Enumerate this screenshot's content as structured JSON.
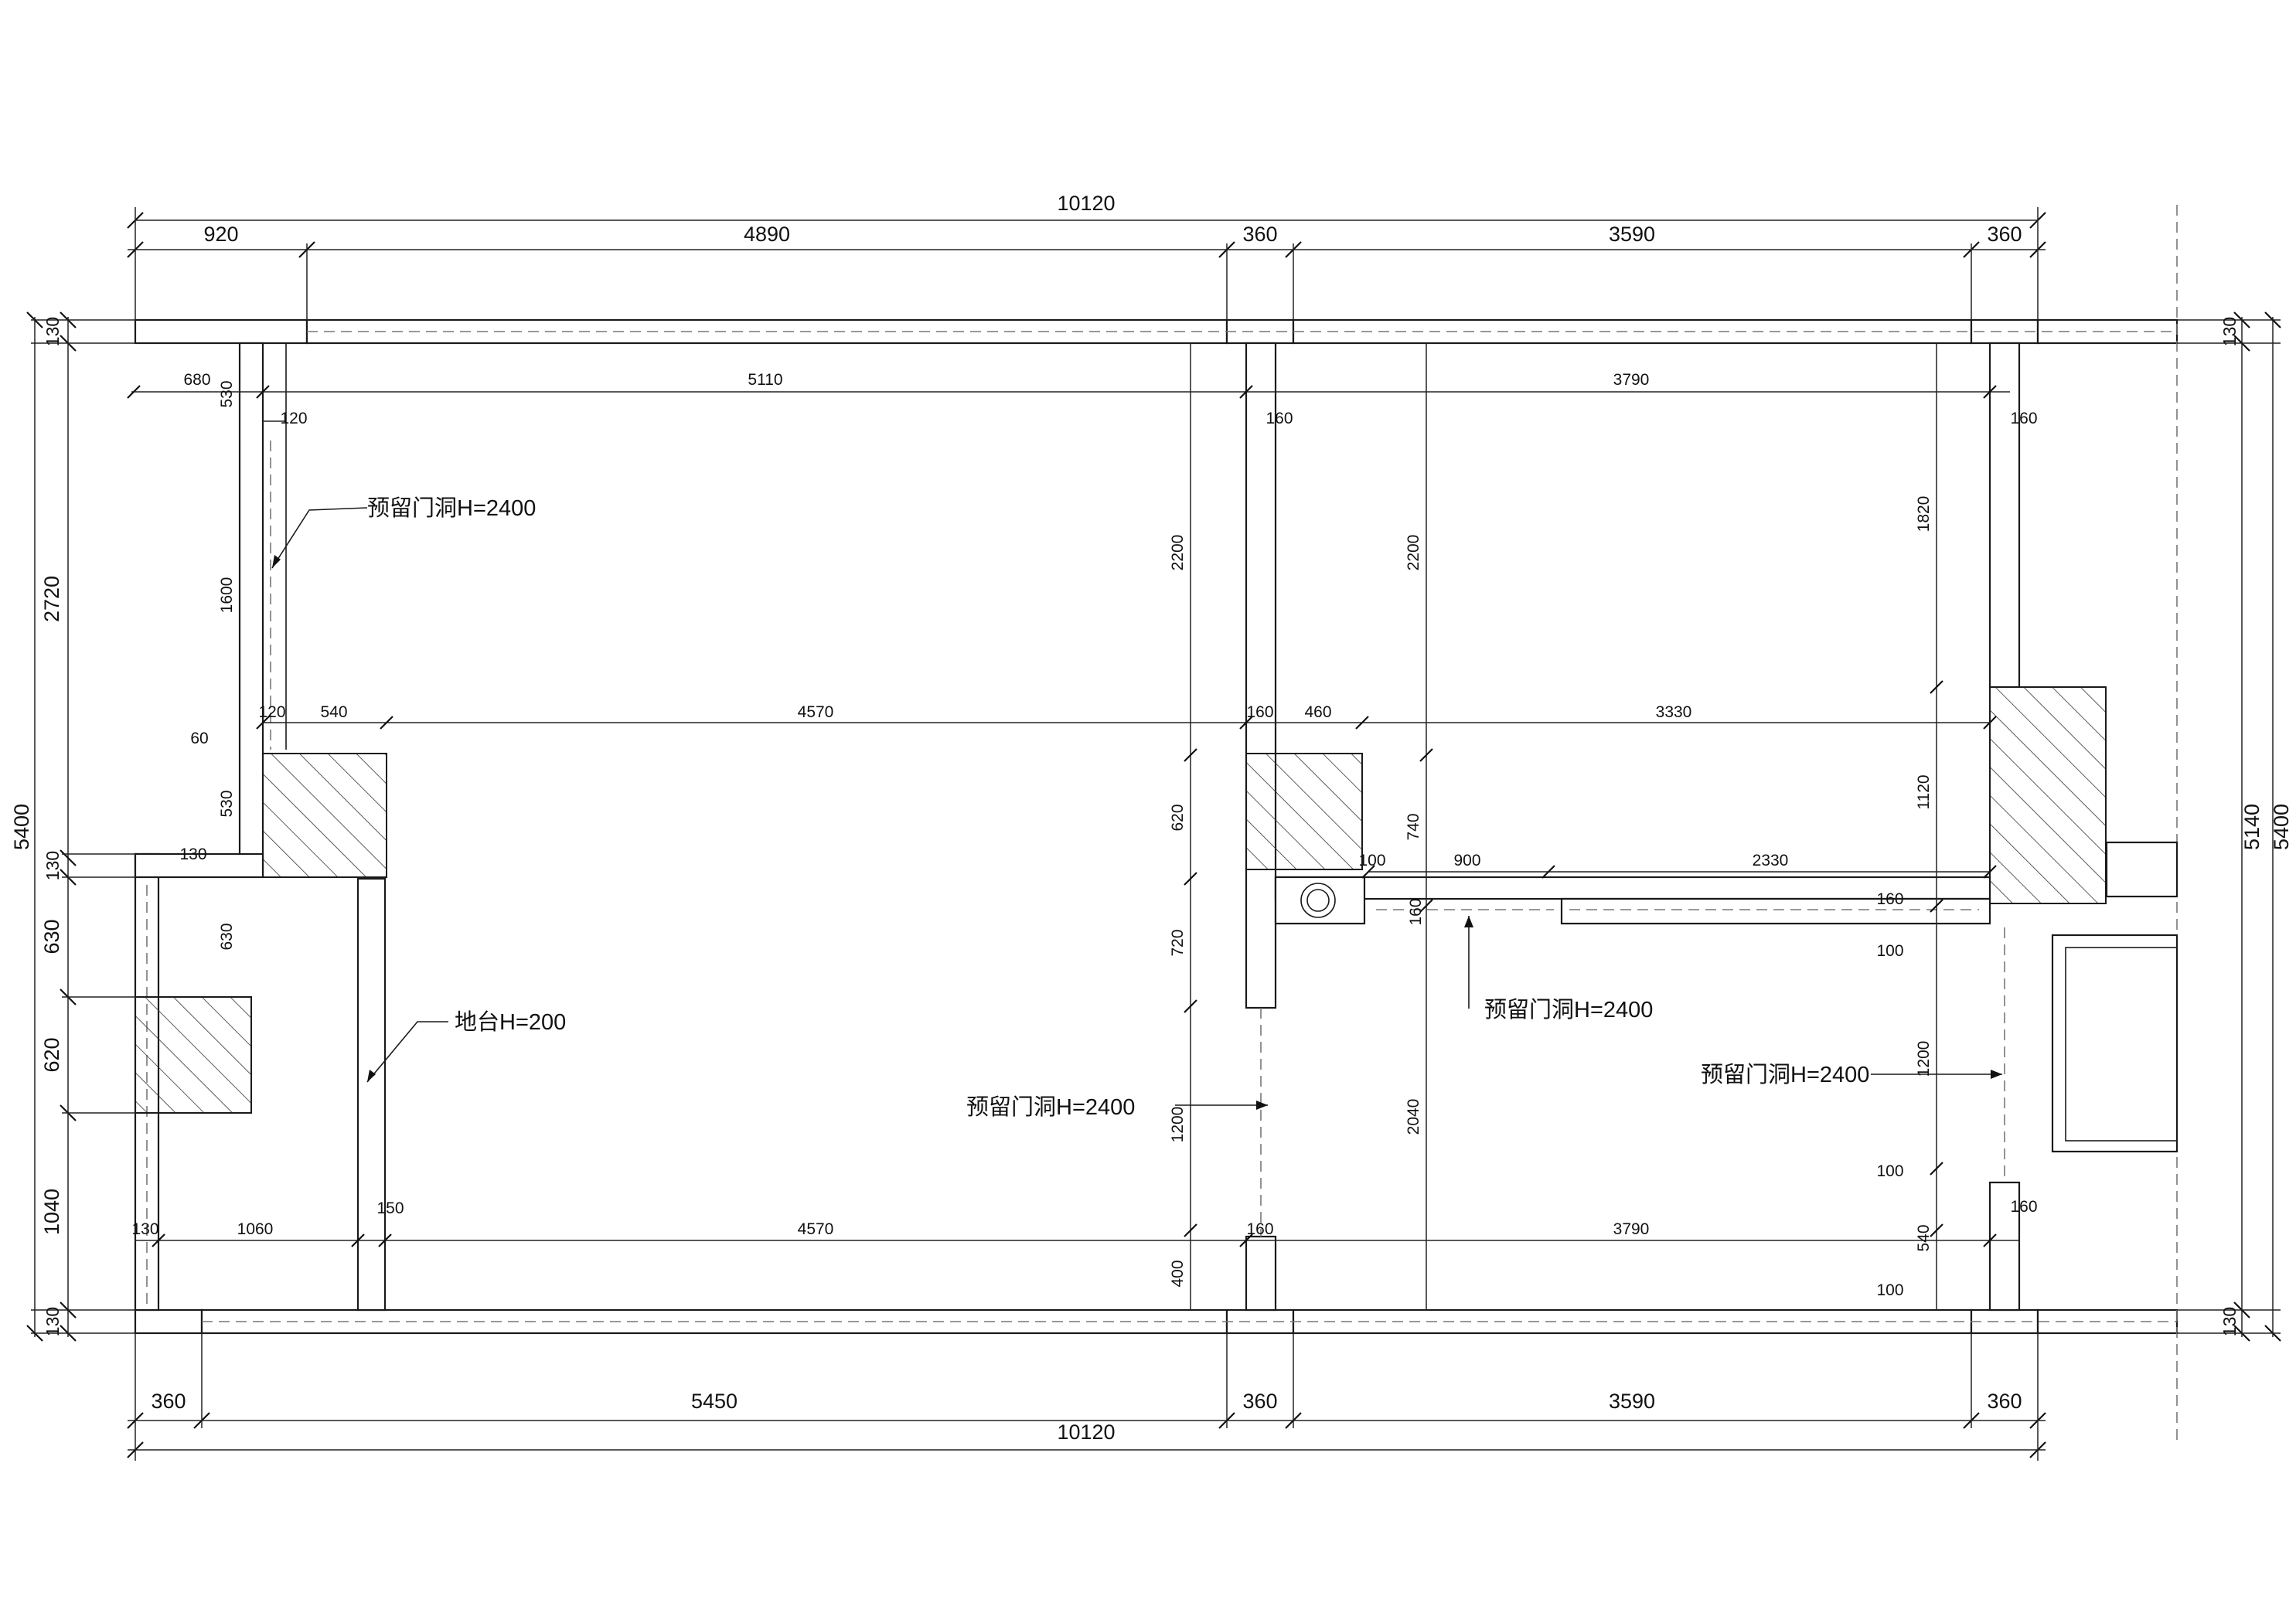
{
  "dims_top": {
    "total": "10120",
    "seg1": "920",
    "seg2": "4890",
    "seg3": "360",
    "seg4": "3590",
    "seg5": "360"
  },
  "dims_bottom": {
    "total": "10120",
    "seg1": "360",
    "seg2": "5450",
    "seg3": "360",
    "seg4": "3590",
    "seg5": "360"
  },
  "dims_left": {
    "top130": "130",
    "top530": "530",
    "h2720": "2720",
    "h5400": "5400",
    "h130b": "130",
    "h630": "630",
    "h620": "620",
    "h1040": "1040",
    "bot130": "130",
    "h1600": "1600",
    "h60": "60",
    "h530b": "530",
    "h630b": "630"
  },
  "dims_right": {
    "top130": "130",
    "h5140": "5140",
    "h5400": "5400",
    "bot130": "130"
  },
  "dims_inner": {
    "row1": {
      "a": "680",
      "b": "5110",
      "c": "3790",
      "d": "120",
      "e": "160",
      "f": "160"
    },
    "row2": {
      "a": "120",
      "b": "540",
      "c": "4570",
      "d": "160",
      "e": "460",
      "f": "3330"
    },
    "row3": {
      "a": "130",
      "b": "100",
      "c": "900",
      "d": "2330",
      "e": "160",
      "f": "160",
      "g": "100"
    },
    "row4": {
      "a": "130",
      "b": "1060",
      "c": "150",
      "d": "4570",
      "e": "160",
      "f": "3790",
      "g": "100",
      "h": "160",
      "i": "100"
    },
    "vert": {
      "v2200a": "2200",
      "v620": "620",
      "v720": "720",
      "v1200a": "1200",
      "v400": "400",
      "v2200b": "2200",
      "v740": "740",
      "v2040": "2040",
      "v1820": "1820",
      "v1120": "1120",
      "v1200b": "1200",
      "v540": "540"
    }
  },
  "notes": {
    "door1": "预留门洞H=2400",
    "platform": "地台H=200",
    "door2": "预留门洞H=2400",
    "door3": "预留门洞H=2400",
    "door4": "预留门洞H=2400"
  }
}
